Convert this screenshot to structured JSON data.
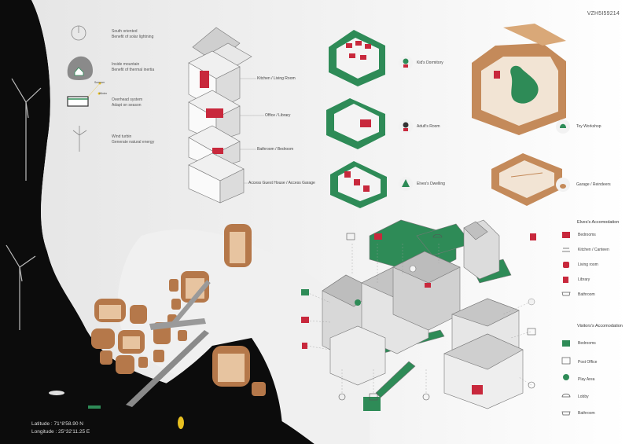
{
  "code": "VZH5I59214",
  "features": [
    {
      "icon": "sun-orientation-icon",
      "line1": "South oriented",
      "line2": "Benefit of solar lightning"
    },
    {
      "icon": "mountain-icon",
      "line1": "Inside mountain",
      "line2": "Benefit of thermal inertia"
    },
    {
      "icon": "overhead-system-icon",
      "line1": "Overhead system",
      "line2": "Adapt on season",
      "sub1": "Summer",
      "sub2": "Winter"
    },
    {
      "icon": "wind-turbine-icon",
      "line1": "Wind turbin",
      "line2": "Generate natural energy"
    }
  ],
  "floors": [
    "Kitchen / Living Room",
    "Office / Library",
    "Bathroom / Bedroom",
    "Access Guest House / Access Garage"
  ],
  "modules": [
    "Kid's Dormitory",
    "Adult's Room",
    "Elves's Dwelling",
    "Toy Workshop",
    "Garage / Reindeers"
  ],
  "legend": {
    "elves_title": "Elves's Accomodation",
    "elves_items": [
      "Bedrooms",
      "Kitchen / Canteen",
      "Living room",
      "Library",
      "Bathroom"
    ],
    "visitors_title": "Visitors's Accomodation",
    "visitors_items": [
      "Bedrooms",
      "Post Office",
      "Play Area",
      "Lobby",
      "Bathroom"
    ]
  },
  "location": {
    "latitude": "Latitude  : 71°8'58.90 N",
    "longitude": "Longitude : 25°32'11.25 E"
  },
  "colors": {
    "red": "#c8283c",
    "green": "#2e8b57",
    "wood": "#c48a5a",
    "sea": "#0c0c0c"
  }
}
